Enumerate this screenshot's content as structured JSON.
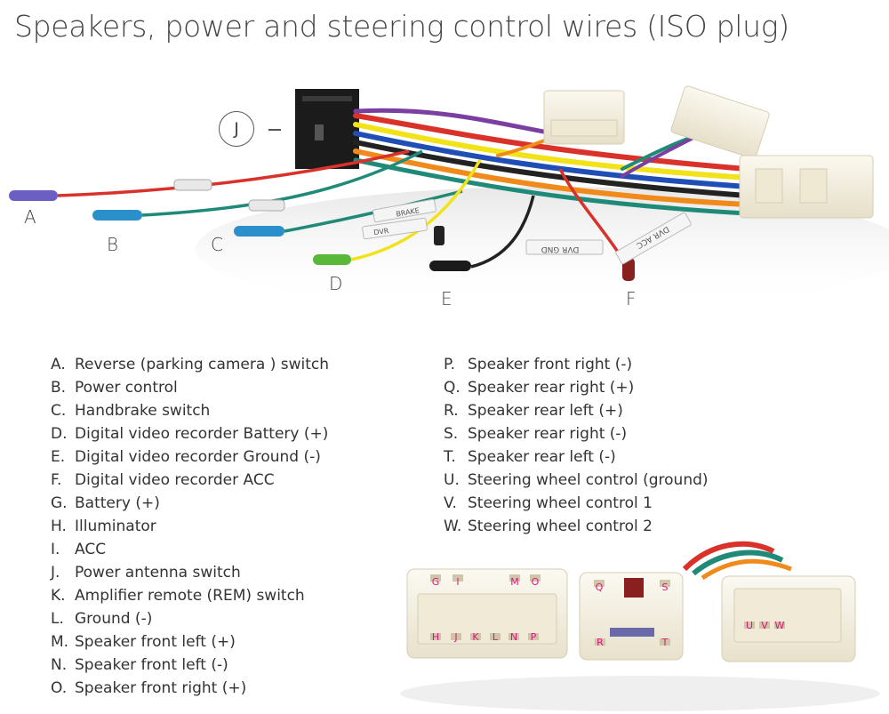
{
  "title": "Speakers, power and steering control wires (ISO plug)",
  "wire_labels": {
    "a": "A",
    "b": "B",
    "c": "C",
    "d": "D",
    "e": "E",
    "f": "F",
    "j": "J"
  },
  "sleeve_texts": {
    "brake": "BRAKE",
    "dvr_gnd": "DVR GND",
    "dvr_acc": "DVR ACC",
    "dvr": "DVR"
  },
  "legend_left": [
    {
      "key": "A.",
      "text": "Reverse (parking camera ) switch"
    },
    {
      "key": "B.",
      "text": "Power control"
    },
    {
      "key": "C.",
      "text": "Handbrake switch"
    },
    {
      "key": "D.",
      "text": "Digital video recorder Battery (+)"
    },
    {
      "key": "E.",
      "text": "Digital video recorder Ground (-)"
    },
    {
      "key": "F.",
      "text": "Digital video recorder ACC"
    },
    {
      "key": "G.",
      "text": "Battery (+)"
    },
    {
      "key": "H.",
      "text": "Illuminator"
    },
    {
      "key": "I.",
      "text": "ACC"
    },
    {
      "key": "J.",
      "text": "Power antenna switch"
    },
    {
      "key": "K.",
      "text": "Amplifier remote (REM) switch"
    },
    {
      "key": "L.",
      "text": "Ground (-)"
    },
    {
      "key": "M.",
      "text": "Speaker front left (+)"
    },
    {
      "key": "N.",
      "text": "Speaker front left (-)"
    },
    {
      "key": "O.",
      "text": "Speaker front right (+)"
    }
  ],
  "legend_right": [
    {
      "key": "P.",
      "text": "Speaker front right (-)"
    },
    {
      "key": "Q.",
      "text": "Speaker rear right (+)"
    },
    {
      "key": "R.",
      "text": "Speaker rear left (+)"
    },
    {
      "key": "S.",
      "text": "Speaker rear right (-)"
    },
    {
      "key": "T.",
      "text": "Speaker rear left (-)"
    },
    {
      "key": "U.",
      "text": "Steering wheel control (ground)"
    },
    {
      "key": "V.",
      "text": "Steering wheel control 1"
    },
    {
      "key": "W.",
      "text": "Steering wheel control 2"
    }
  ],
  "pin_labels": {
    "left_plug_top": [
      "G",
      "I",
      "M",
      "O"
    ],
    "left_plug_bottom": [
      "H",
      "J",
      "K",
      "L",
      "N",
      "P"
    ],
    "mid_plug_top": [
      "Q",
      "S"
    ],
    "mid_plug_bottom": [
      "R",
      "T"
    ],
    "right_plug": [
      "U",
      "V",
      "W"
    ]
  },
  "colors": {
    "pin_label": "#e0157a",
    "wire_red": "#d8322a",
    "wire_teal": "#1f8a78",
    "wire_yellow": "#f2e21a",
    "wire_black": "#222222",
    "tip_purple": "#6b5fc4",
    "tip_blue": "#2b8fc9",
    "tip_green": "#59b837",
    "tip_darkred": "#8a1f1f",
    "plug_white": "#f4efe1"
  }
}
